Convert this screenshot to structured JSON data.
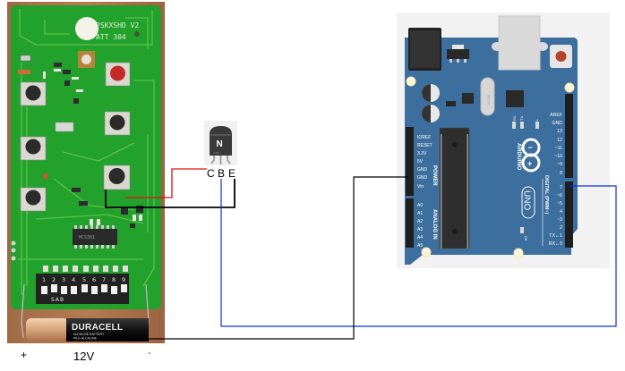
{
  "diagram": {
    "title": "",
    "remote_board": {
      "silkscreen_line1": "PSKXSHD V2",
      "silkscreen_line2": "ATT 304",
      "ic_marking": "HCS301",
      "dip_switch_numbers": [
        "1",
        "2",
        "3",
        "4",
        "5",
        "6",
        "7",
        "8",
        "9"
      ],
      "dip_switch_caption": "SAB",
      "battery_brand": "DURACELL",
      "battery_sub1": "ALKALINE BATTERY",
      "battery_sub2": "PILE ALCALINE"
    },
    "power_labels": {
      "plus": "+",
      "voltage": "12V",
      "minus": "-"
    },
    "transistor": {
      "type_letter": "N",
      "pin_c": "C",
      "pin_b": "B",
      "pin_e": "E",
      "body_pins_small": "C B E"
    },
    "arduino": {
      "brand": "ARDUINO",
      "model": "UNO",
      "on_label": "ON",
      "crystal_label": "16.000",
      "led_labels": [
        "RX",
        "TX",
        "L"
      ],
      "power_header_title": "POWER",
      "power_pins": [
        "IOREF",
        "RESET",
        "3.3V",
        "5V",
        "GND",
        "GND",
        "Vin"
      ],
      "analog_header_title": "ANALOG IN",
      "analog_pins": [
        "A0",
        "A1",
        "A2",
        "A3",
        "A4",
        "A5"
      ],
      "digital_header_title": "DIGITAL (PWM~)",
      "digital_top_pins": [
        "AREF",
        "GND",
        "13",
        "12",
        "~11",
        "~10",
        "~9",
        "8"
      ],
      "digital_bottom_pins": [
        "7",
        "~6",
        "~5",
        "4",
        "~3",
        "2",
        "TX←1",
        "RX←0"
      ]
    },
    "wires": [
      {
        "name": "collector-wire",
        "color": "#e01010",
        "from": "remote button pad",
        "to": "transistor C"
      },
      {
        "name": "emitter-wire",
        "color": "#000000",
        "from": "remote button pad",
        "to": "transistor E"
      },
      {
        "name": "base-wire",
        "color": "#1030d0",
        "from": "transistor B",
        "to": "Arduino D7"
      },
      {
        "name": "ground-wire",
        "color": "#000000",
        "from": "battery minus",
        "to": "Arduino GND"
      }
    ],
    "colors": {
      "pcb_green": "#25a02e",
      "arduino_blue": "#3c6e9e",
      "wire_red": "#e01010",
      "wire_blue": "#1030d0",
      "wire_black": "#000000"
    }
  }
}
